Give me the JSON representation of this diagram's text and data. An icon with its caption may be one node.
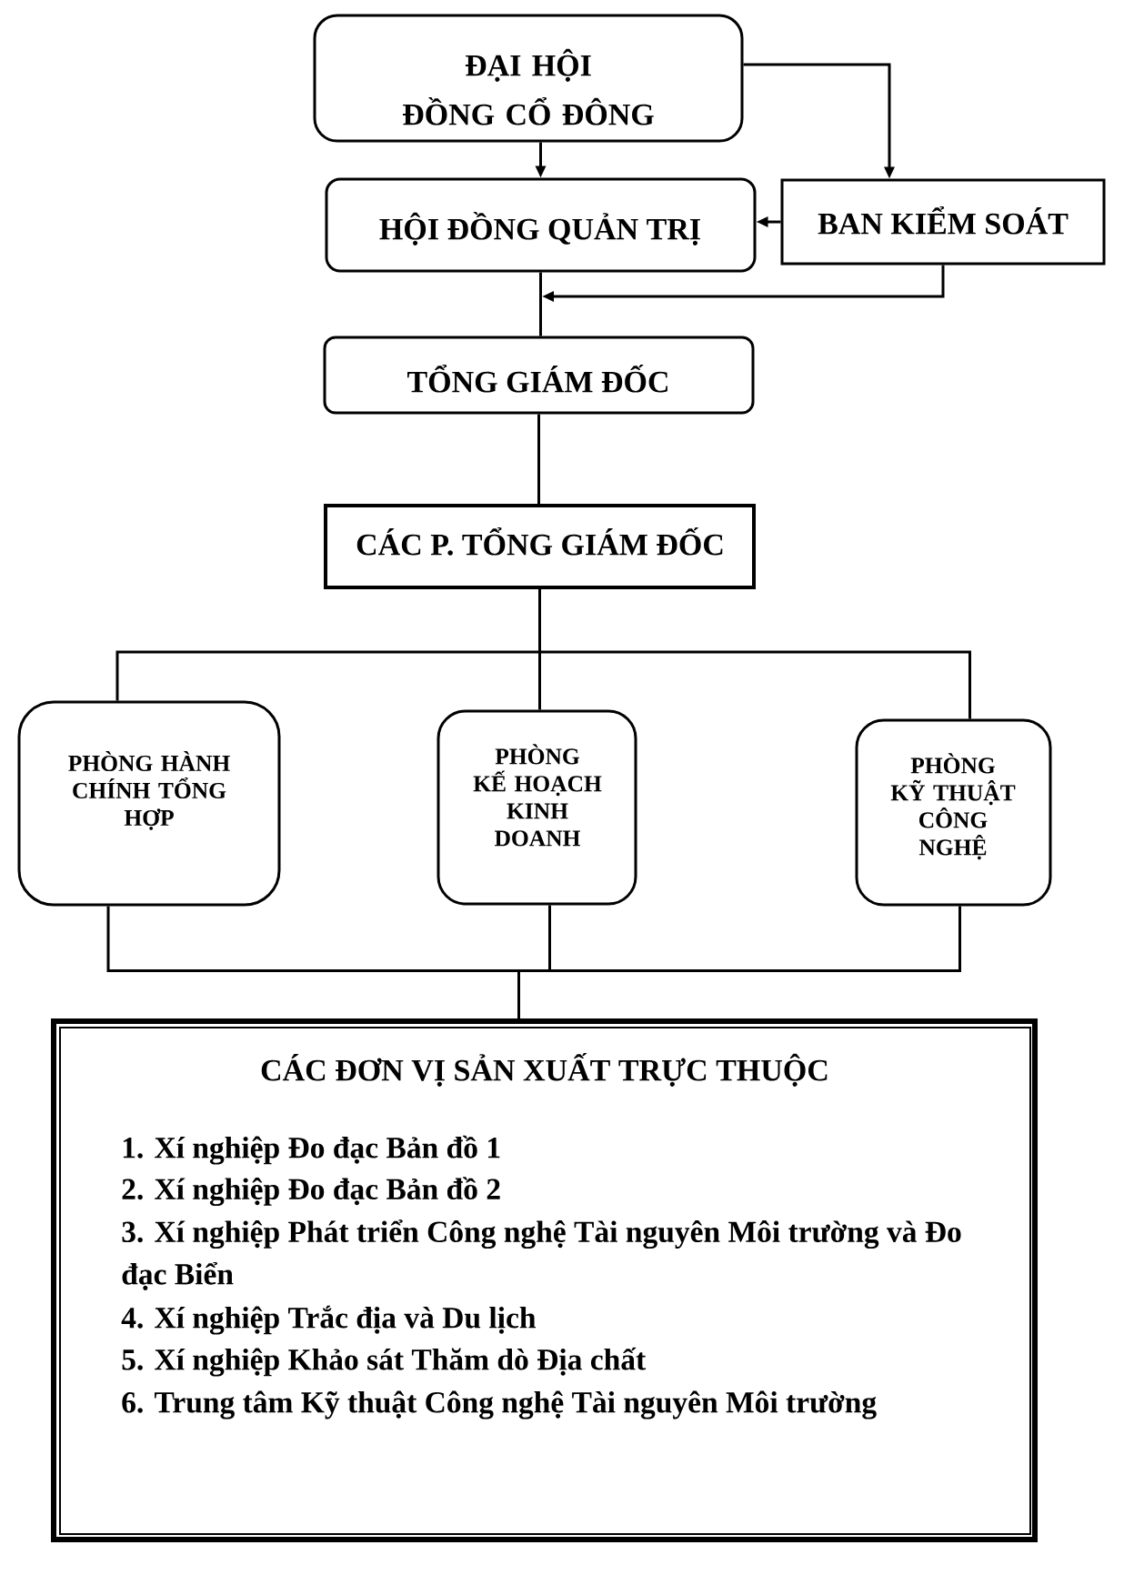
{
  "diagram": {
    "nodes": [
      {
        "text": [
          "ĐẠI HỘI ĐỒNG CỔ ĐÔNG"
        ]
      },
      {
        "text": [
          "HỘI ĐỒNG QUẢN TRỊ"
        ]
      },
      {
        "text": [
          "BAN KIỂM SOÁT"
        ]
      },
      {
        "text": [
          "TỔNG GIÁM ĐỐC"
        ]
      },
      {
        "text": [
          "CÁC P. TỔNG GIÁM ĐỐC"
        ]
      },
      {
        "text": [
          "PHÒNG HÀNH CHÍNH TỔNG HỢP"
        ]
      },
      {
        "text": [
          "PHÒNG KẾ HOẠCH KINH DOANH"
        ]
      },
      {
        "text": [
          "PHÒNG KỸ THUẬT CÔNG NGHỆ"
        ]
      },
      {
        "text": [
          "CÁC ĐƠN VỊ SẢN XUẤT TRỰC THUỘC",
          "1. Xí nghiệp Đo đạc Bản đồ 1",
          "2. Xí nghiệp Đo đạc Bản đồ 2",
          "3. Xí nghiệp Phát triển Công nghệ Tài nguyên Môi trường và Đo đạc Biển",
          "4. Xí nghiệp Trắc địa và Du lịch",
          "5. Xí nghiệp Khảo sát Thăm dò Địa chất",
          "6. Trung tâm Kỹ thuật Công nghệ Tài nguyên Môi trường"
        ]
      }
    ],
    "edges": [
      {
        "from": 0,
        "to": 1,
        "arrow": "to"
      },
      {
        "from": 0,
        "to": 2,
        "arrow": "to"
      },
      {
        "from": 2,
        "to": 1,
        "arrow": "to"
      },
      {
        "from": 1,
        "to": 3,
        "arrow": "none"
      },
      {
        "from": 2,
        "to": null,
        "arrow": "to"
      },
      {
        "from": 3,
        "to": 4,
        "arrow": "none"
      },
      {
        "from": 4,
        "to": 5,
        "arrow": "none"
      },
      {
        "from": 4,
        "to": 6,
        "arrow": "none"
      },
      {
        "from": 4,
        "to": 7,
        "arrow": "none"
      },
      {
        "from": 5,
        "to": 8,
        "arrow": "none"
      },
      {
        "from": 6,
        "to": 8,
        "arrow": "none"
      },
      {
        "from": 7,
        "to": 8,
        "arrow": "none"
      }
    ]
  }
}
